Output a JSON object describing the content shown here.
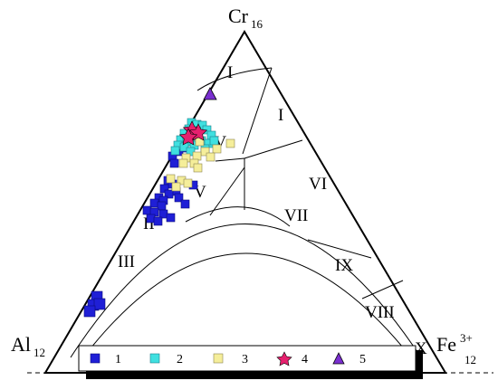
{
  "diagram": {
    "vertices": {
      "top": {
        "main": "Cr",
        "sub": "16"
      },
      "left": {
        "main": "Al",
        "sub": "12"
      },
      "right": {
        "main": "Fe",
        "sup": "3+",
        "sub": "12"
      }
    },
    "fields": [
      "I",
      "I",
      "IV",
      "VI",
      "VII",
      "V",
      "II",
      "IX",
      "III",
      "VIII",
      "X"
    ],
    "legend": [
      {
        "label": "1",
        "symbol": "square",
        "color": "#1f1fd6"
      },
      {
        "label": "2",
        "symbol": "square",
        "color": "#3fe0e0"
      },
      {
        "label": "3",
        "symbol": "square",
        "color": "#f5ee9a"
      },
      {
        "label": "4",
        "symbol": "star",
        "color": "#e6206e"
      },
      {
        "label": "5",
        "symbol": "triangle",
        "color": "#7a2fd0"
      }
    ]
  }
}
